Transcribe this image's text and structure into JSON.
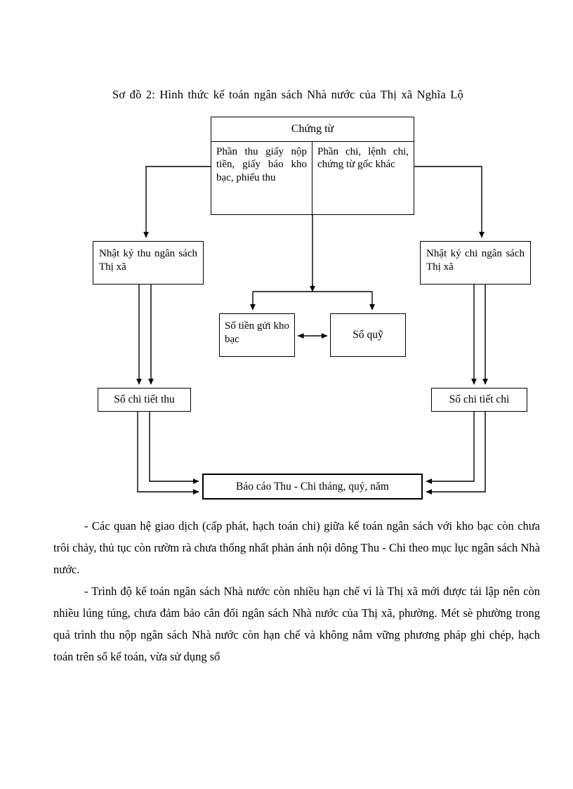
{
  "document": {
    "figure_title": "Sơ đồ 2: Hình thức kế toán ngân sách Nhà nước của Thị xã Nghĩa Lộ"
  },
  "diagram": {
    "chung_tu": {
      "header": "Chứng từ",
      "left_cell": "Phần thu giấy nộp tiền, giấy báo kho bạc, phiếu thu",
      "right_cell": "Phần chi, lệnh chi, chứng từ gốc khác"
    },
    "nhat_ky_thu": "Nhật ký thu ngân sách Thị xã",
    "nhat_ky_chi": "Nhật ký chi ngân sách Thị xã",
    "so_tien_gui": "Sổ tiền gửi kho bạc",
    "so_quy": "Sổ quỹ",
    "so_chi_tiet_thu": "Sổ chi tiết thu",
    "so_chi_tiet_chi": "Sổ chi tiết chi",
    "bao_cao": "Báo cáo Thu - Chi tháng, quý, năm"
  },
  "body": {
    "paragraph_1": "- Các quan hệ giao dịch (cấp phát, hạch toán chi) giữa kế toán ngân sách với kho bạc còn chưa trôi chảy, thủ tục còn rườm rà chưa thống nhất phản ánh nội dông Thu - Chi theo mục lục ngân sách Nhà nước.",
    "paragraph_2": "- Trình độ kế toán ngân sách Nhà nước còn nhiều hạn chế vì là Thị xã mới được tái lập nên còn nhiều lúng túng, chưa đảm bảo cân đối ngân sách Nhà nước của Thị xã, phường. Mét sè phường trong quá trình thu nộp ngân sách Nhà nước còn hạn chế và không nắm vững phương pháp ghi chép, hạch toán trên sổ kế toán, vừa sử dụng sổ"
  }
}
